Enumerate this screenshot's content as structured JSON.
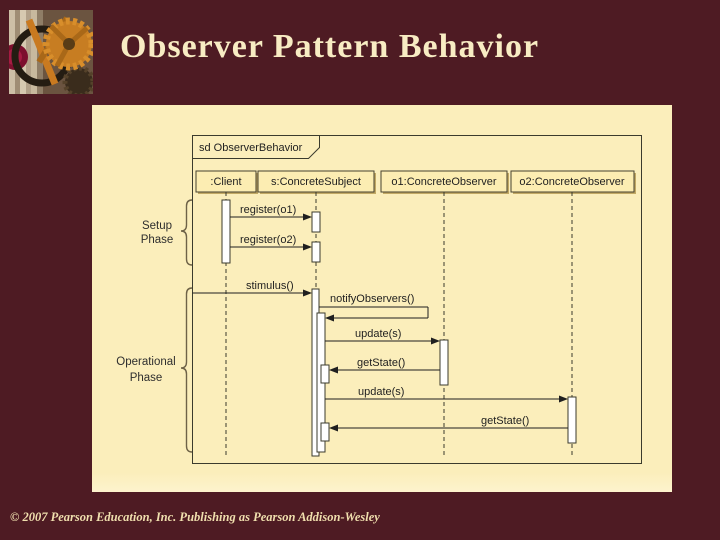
{
  "slide": {
    "title": "Observer Pattern Behavior",
    "footer": "© 2007 Pearson Education, Inc. Publishing as Pearson Addison-Wesley",
    "decor_image": "clock-gears-photo"
  },
  "diagram": {
    "frame_label": "sd ObserverBehavior",
    "lifelines": [
      {
        "label": ":Client"
      },
      {
        "label": "s:ConcreteSubject"
      },
      {
        "label": "o1:ConcreteObserver"
      },
      {
        "label": "o2:ConcreteObserver"
      }
    ],
    "phases": [
      {
        "line1": "Setup",
        "line2": "Phase"
      },
      {
        "line1": "Operational",
        "line2": "Phase"
      }
    ],
    "messages": [
      {
        "label": "register(o1)",
        "from": ":Client",
        "to": "s:ConcreteSubject"
      },
      {
        "label": "register(o2)",
        "from": ":Client",
        "to": "s:ConcreteSubject"
      },
      {
        "label": "stimulus()",
        "from": "frame-edge",
        "to": "s:ConcreteSubject"
      },
      {
        "label": "notifyObservers()",
        "from": "s:ConcreteSubject",
        "to": "s:ConcreteSubject"
      },
      {
        "label": "update(s)",
        "from": "s:ConcreteSubject",
        "to": "o1:ConcreteObserver"
      },
      {
        "label": "getState()",
        "from": "o1:ConcreteObserver",
        "to": "s:ConcreteSubject"
      },
      {
        "label": "update(s)",
        "from": "s:ConcreteSubject",
        "to": "o2:ConcreteObserver"
      },
      {
        "label": "getState()",
        "from": "o2:ConcreteObserver",
        "to": "s:ConcreteSubject"
      }
    ]
  },
  "colors": {
    "background": "#4e1b23",
    "panel": "#fbeebb",
    "title_text": "#f8ecc3",
    "footer_text": "#f0dfae",
    "diagram_line": "#3b3b2d",
    "box_fill": "#fcedb2",
    "activation_fill": "#ffffff",
    "gear_orange": "#c77d22",
    "jewel_red": "#a51b42"
  }
}
